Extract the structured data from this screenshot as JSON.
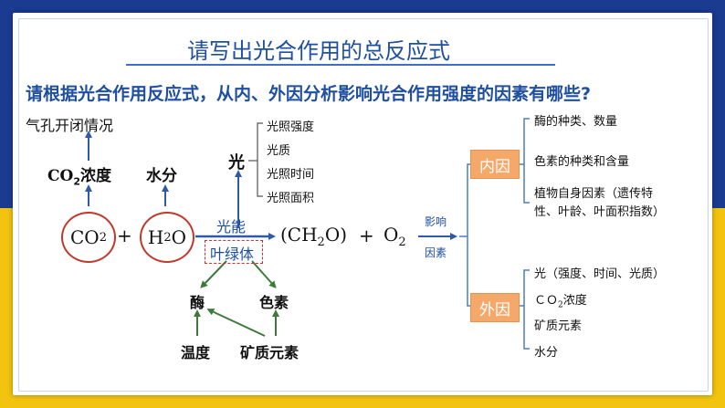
{
  "title": "请写出光合作用的总反应式",
  "question": "请根据光合作用反应式，从内、外因分析影响光合作用强度的因素有哪些?",
  "left": {
    "stomata": "气孔开闭情况",
    "co2_conc_prefix": "CO",
    "co2_conc_sub": "2",
    "co2_conc_suffix": "浓度",
    "water": "水分"
  },
  "equation": {
    "co2_main": "CO",
    "co2_sub": "2",
    "plus1": "+",
    "h2o_a": "H",
    "h2o_sub": "2",
    "h2o_b": "O",
    "arrow_top": "光能",
    "arrow_bottom": "叶绿体",
    "product_a": "(CH",
    "product_sub": "2",
    "product_b": "O)",
    "plus2": "+",
    "o2_main": "O",
    "o2_sub": "2"
  },
  "light": {
    "label": "光",
    "items": [
      "光照强度",
      "光质",
      "光照时间",
      "光照面积"
    ]
  },
  "chloroplast": {
    "enzyme": "酶",
    "pigment": "色素",
    "temperature": "温度",
    "minerals": "矿质元素"
  },
  "influence": {
    "line1": "影响",
    "line2": "因素"
  },
  "internal": {
    "label": "内因",
    "items": [
      "酶的种类、数量",
      "色素的种类和含量",
      "植物自身因素（遗传特",
      "性、叶龄、叶面积指数）"
    ]
  },
  "external": {
    "label": "外因",
    "item1": "光（强度、时间、光质）",
    "item2_prefix": "ＣＯ",
    "item2_sub": "2",
    "item2_suffix": "浓度",
    "item3": "矿质元素",
    "item4": "水分"
  },
  "colors": {
    "title_blue": "#1f4fa0",
    "arrow_blue": "#2e5aa8",
    "arrow_green": "#3d7a3a",
    "circle_red": "#c0392b",
    "box_orange": "#f4a869",
    "band_blue": "#1a3b8f",
    "band_yellow": "#f2c30f"
  }
}
